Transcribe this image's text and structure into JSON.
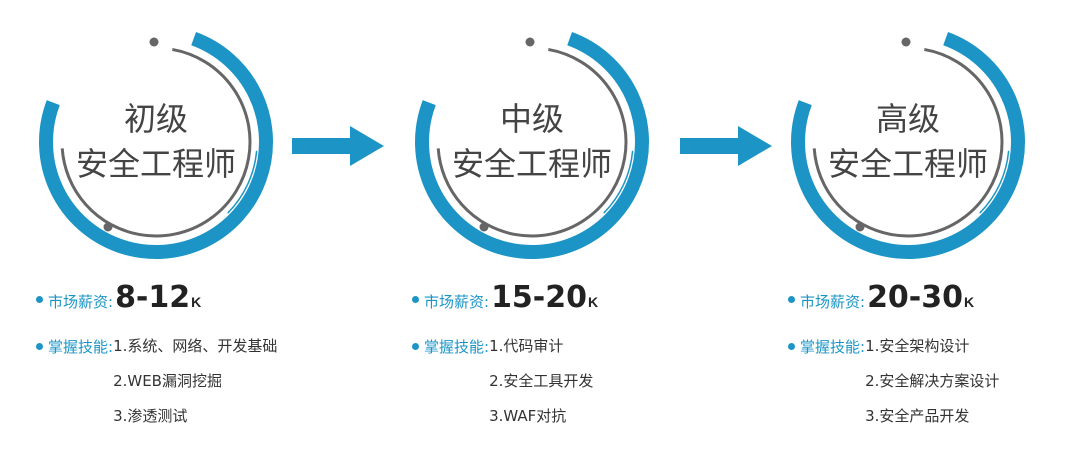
{
  "levels": [
    {
      "level": "初级",
      "role": "安全工程师",
      "salary_label": "市场薪资:",
      "salary": "8-12",
      "salary_unit": "K",
      "skills_label": "掌握技能:",
      "skills": [
        "1.系统、网络、开发基础",
        "2.WEB漏洞挖掘",
        "3.渗透测试"
      ]
    },
    {
      "level": "中级",
      "role": "安全工程师",
      "salary_label": "市场薪资:",
      "salary": "15-20",
      "salary_unit": "K",
      "skills_label": "掌握技能:",
      "skills": [
        "1.代码审计",
        "2.安全工具开发",
        "3.WAF对抗"
      ]
    },
    {
      "level": "高级",
      "role": "安全工程师",
      "salary_label": "市场薪资:",
      "salary": "20-30",
      "salary_unit": "K",
      "skills_label": "掌握技能:",
      "skills": [
        "1.安全架构设计",
        "2.安全解决方案设计",
        "3.安全产品开发"
      ]
    }
  ],
  "colors": {
    "accent": "#1c95c6",
    "ring_inner": "#666666",
    "text": "#333333"
  },
  "icons": {
    "arrow": "right-arrow-icon",
    "bullet": "bullet-dot-icon"
  }
}
